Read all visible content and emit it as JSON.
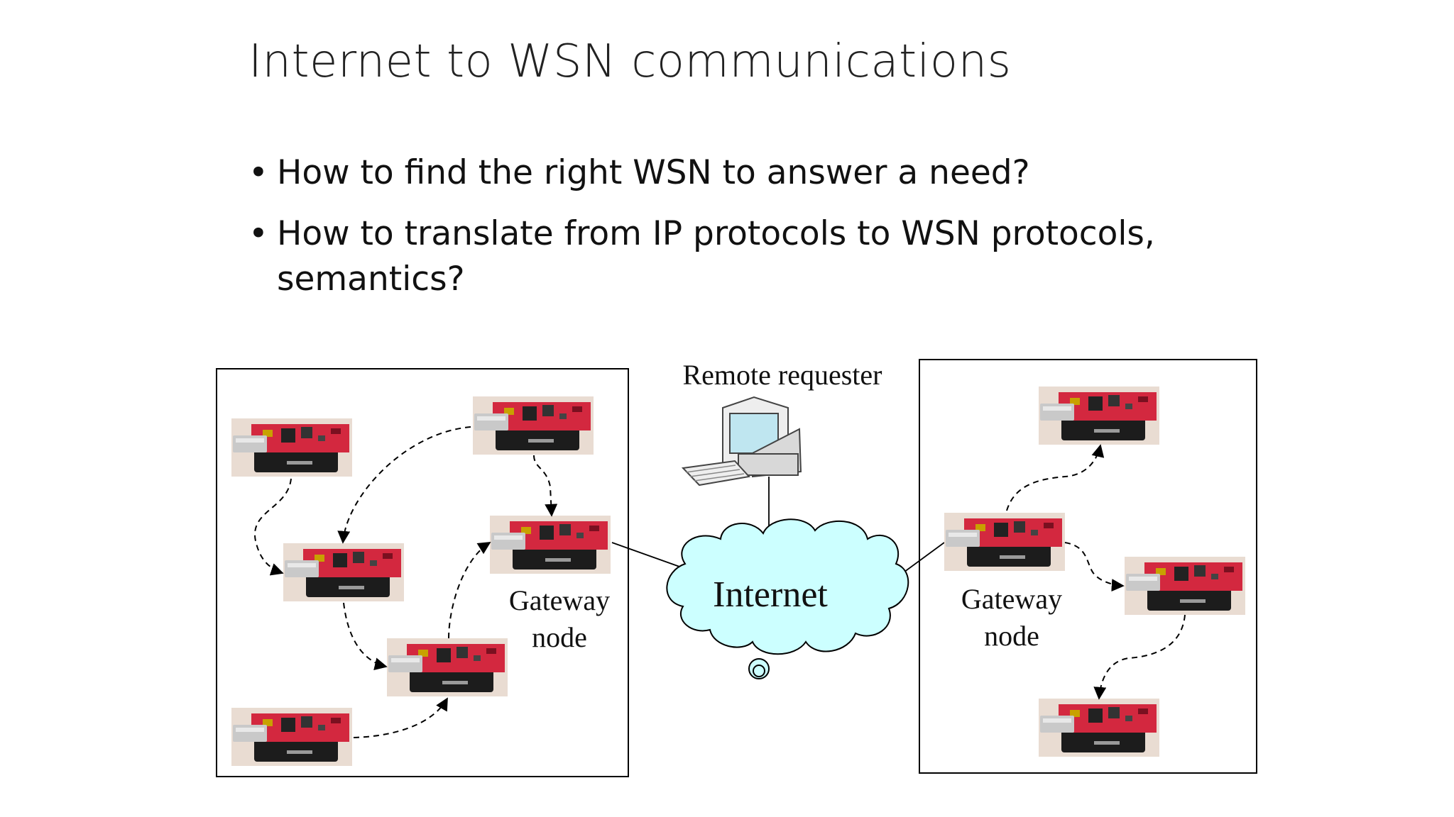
{
  "slide": {
    "title": "Internet to WSN communications",
    "bullets": [
      "How to find the right WSN to answer a need?",
      "How to translate from IP protocols to WSN protocols, semantics?"
    ]
  },
  "diagram": {
    "remote_label": "Remote requester",
    "cloud_label": "Internet",
    "gateway_left": [
      "Gateway",
      "node"
    ],
    "gateway_right": [
      "Gateway",
      "node"
    ]
  },
  "colors": {
    "cloud_fill": "#ccffff",
    "board_red": "#d3283f",
    "board_black": "#1c1c1c"
  }
}
